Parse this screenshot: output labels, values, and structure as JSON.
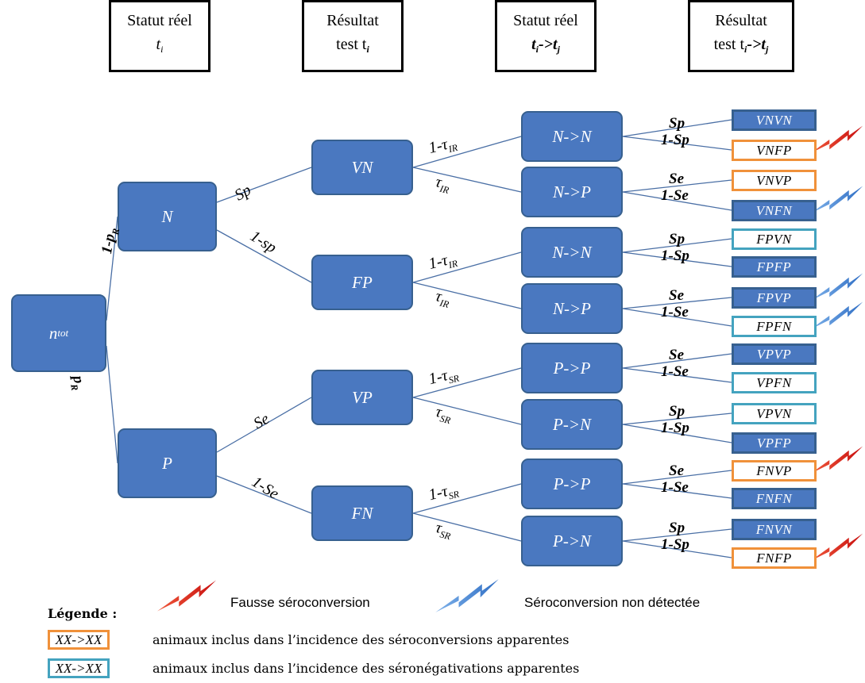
{
  "headers": [
    {
      "line1": "Statut réel",
      "line2": "t",
      "sub": "i",
      "sub2": "",
      "arrow": ""
    },
    {
      "line1": "Résultat",
      "line2": "test t",
      "sub": "i",
      "sub2": "",
      "arrow": ""
    },
    {
      "line1": "Statut réel",
      "line2": "t",
      "sub": "i",
      "arrow": "->t",
      "sub2": "j"
    },
    {
      "line1": "Résultat",
      "line2": "test t",
      "sub": "i",
      "arrow": "->t",
      "sub2": "j"
    }
  ],
  "nodes": {
    "root": {
      "text": "n",
      "sub": "tot"
    },
    "N": "N",
    "P": "P",
    "VN": "VN",
    "FP": "FP",
    "VP": "VP",
    "FN": "FN",
    "status": [
      "N->N",
      "N->P",
      "N->N",
      "N->P",
      "P->P",
      "P->N",
      "P->P",
      "P->N"
    ]
  },
  "leaves": [
    {
      "text": "VNVN",
      "style": "blue",
      "marker": ""
    },
    {
      "text": "VNFP",
      "style": "orange",
      "marker": "red-bolt"
    },
    {
      "text": "VNVP",
      "style": "orange",
      "marker": ""
    },
    {
      "text": "VNFN",
      "style": "blue",
      "marker": "blue-bolt"
    },
    {
      "text": "FPVN",
      "style": "cyan",
      "marker": ""
    },
    {
      "text": "FPFP",
      "style": "blue",
      "marker": ""
    },
    {
      "text": "FPVP",
      "style": "blue",
      "marker": "blue-bolt"
    },
    {
      "text": "FPFN",
      "style": "cyan",
      "marker": "blue-bolt"
    },
    {
      "text": "VPVP",
      "style": "blue",
      "marker": ""
    },
    {
      "text": "VPFN",
      "style": "cyan",
      "marker": ""
    },
    {
      "text": "VPVN",
      "style": "cyan",
      "marker": ""
    },
    {
      "text": "VPFP",
      "style": "blue",
      "marker": ""
    },
    {
      "text": "FNVP",
      "style": "orange",
      "marker": "red-bolt"
    },
    {
      "text": "FNFN",
      "style": "blue",
      "marker": ""
    },
    {
      "text": "FNVN",
      "style": "blue",
      "marker": ""
    },
    {
      "text": "FNFP",
      "style": "orange",
      "marker": "red-bolt"
    }
  ],
  "edge_labels": {
    "root_N": "1-p",
    "root_N_sub": "R",
    "root_P": "p",
    "root_P_sub": "R",
    "N_VN": "Sp",
    "N_FP": "1-sp",
    "P_VP": "Se",
    "P_FN": "1-Se",
    "tau_IR_comp": "1-τ",
    "tau_IR": "τ",
    "sub_IR": "IR",
    "tau_SR_comp": "1-τ",
    "tau_SR": "τ",
    "sub_SR": "SR",
    "leaf_pairs": [
      [
        "Sp",
        "1-Sp"
      ],
      [
        "Se",
        "1-Se"
      ],
      [
        "Sp",
        "1-Sp"
      ],
      [
        "Se",
        "1-Se"
      ],
      [
        "Se",
        "1-Se"
      ],
      [
        "Sp",
        "1-Sp"
      ],
      [
        "Se",
        "1-Se"
      ],
      [
        "Sp",
        "1-Sp"
      ]
    ]
  },
  "legend": {
    "title": "Légende :",
    "red_bolt_label": "Fausse séroconversion",
    "blue_bolt_label": "Séroconversion non détectée",
    "box_text": "XX->XX",
    "orange_label": "animaux inclus dans l’incidence des séroconversions apparentes",
    "cyan_label": "animaux inclus dans l’incidence des séronégativations apparentes"
  },
  "colors": {
    "node_fill": "#4a78c0",
    "node_border": "#37608f",
    "orange": "#f0913a",
    "cyan": "#44a3bf",
    "red_bolt": "#e8201c",
    "blue_bolt": "#3a7ccf"
  }
}
